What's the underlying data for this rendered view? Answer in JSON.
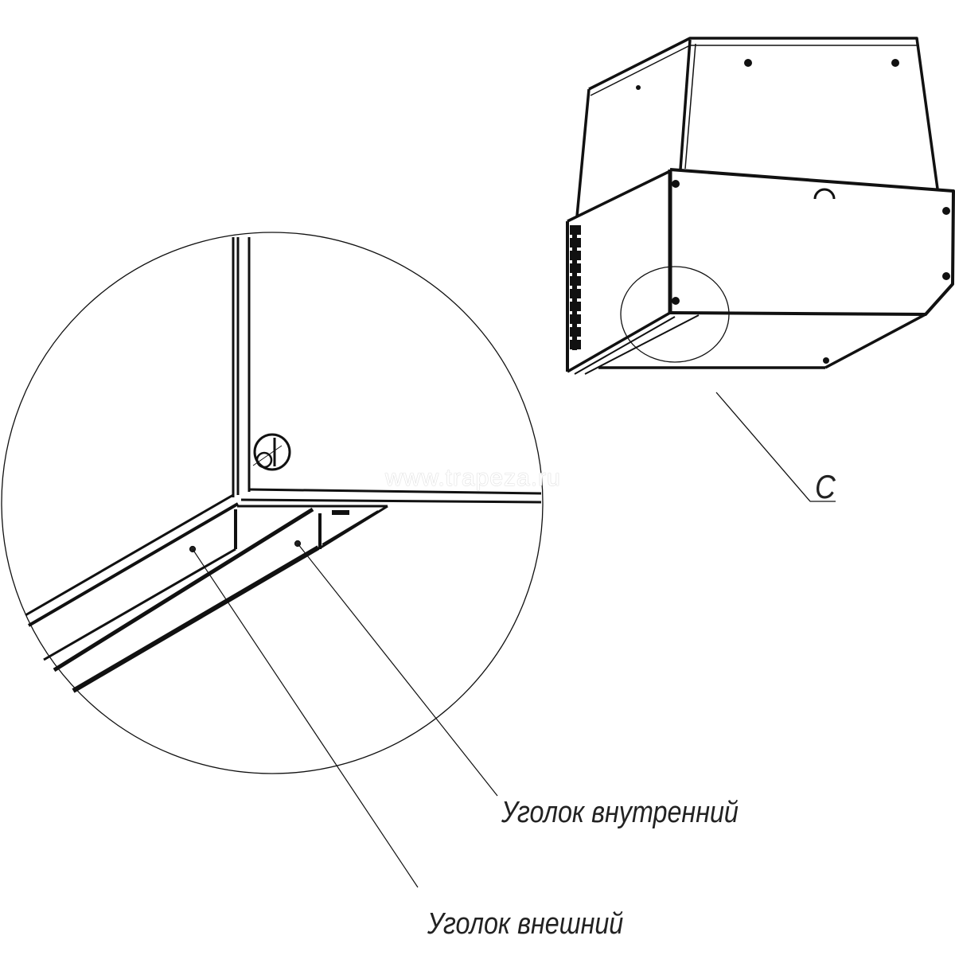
{
  "callouts": {
    "inner_corner": "Уголок внутренний",
    "outer_corner": "Уголок внешний",
    "detail_marker": "C"
  },
  "watermark": "www.trapeza.ru",
  "colors": {
    "line": "#111111",
    "background": "#ffffff"
  }
}
